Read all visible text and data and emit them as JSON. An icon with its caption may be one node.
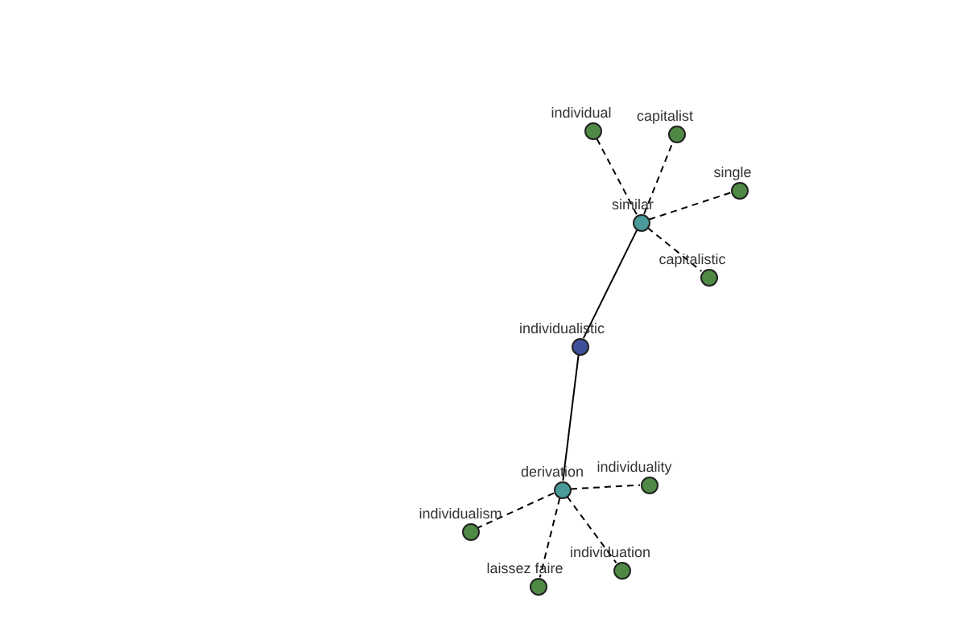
{
  "diagram": {
    "nodes": [
      {
        "text": [],
        "shape": "circle",
        "beside": [
          "individualistic"
        ]
      },
      {
        "text": [],
        "shape": "circle",
        "beside": [
          "similar"
        ]
      },
      {
        "text": [],
        "shape": "circle",
        "beside": [
          "derivation"
        ]
      },
      {
        "text": [],
        "shape": "circle",
        "beside": [
          "individual"
        ]
      },
      {
        "text": [],
        "shape": "circle",
        "beside": [
          "capitalist"
        ]
      },
      {
        "text": [],
        "shape": "circle",
        "beside": [
          "single"
        ]
      },
      {
        "text": [],
        "shape": "circle",
        "beside": [
          "capitalistic"
        ]
      },
      {
        "text": [],
        "shape": "circle",
        "beside": [
          "individuality"
        ]
      },
      {
        "text": [],
        "shape": "circle",
        "beside": [
          "individualism"
        ]
      },
      {
        "text": [],
        "shape": "circle",
        "beside": [
          "laissez faire"
        ]
      },
      {
        "text": [],
        "shape": "circle",
        "beside": [
          "individuation"
        ]
      }
    ],
    "edges": [
      {
        "from": 0,
        "to": 1,
        "arrow": "none"
      },
      {
        "from": 0,
        "to": 2,
        "arrow": "none"
      },
      {
        "from": 1,
        "to": 3,
        "arrow": "none",
        "style": "dashed"
      },
      {
        "from": 1,
        "to": 4,
        "arrow": "none",
        "style": "dashed"
      },
      {
        "from": 1,
        "to": 5,
        "arrow": "none",
        "style": "dashed"
      },
      {
        "from": 1,
        "to": 6,
        "arrow": "none",
        "style": "dashed"
      },
      {
        "from": 2,
        "to": 7,
        "arrow": "none",
        "style": "dashed"
      },
      {
        "from": 2,
        "to": 8,
        "arrow": "none",
        "style": "dashed"
      },
      {
        "from": 2,
        "to": 9,
        "arrow": "none",
        "style": "dashed"
      },
      {
        "from": 2,
        "to": 10,
        "arrow": "none",
        "style": "dashed"
      }
    ]
  }
}
